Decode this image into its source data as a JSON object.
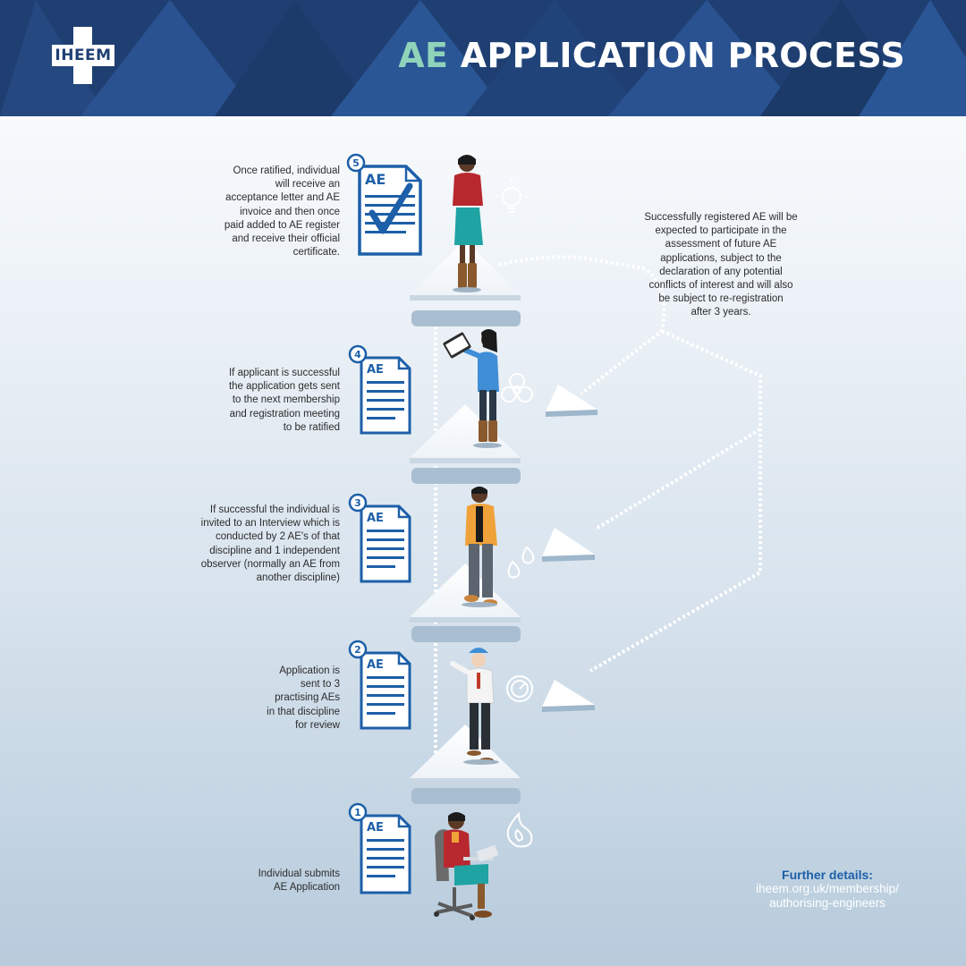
{
  "header": {
    "logo_text": "IHEEM",
    "title_accent": "AE",
    "title_rest": " APPLICATION PROCESS"
  },
  "steps": [
    {
      "number": "1",
      "doc_label": "AE",
      "text_lines": [
        "Individual submits",
        "AE Application"
      ]
    },
    {
      "number": "2",
      "doc_label": "AE",
      "text_lines": [
        "Application is",
        "sent to 3",
        "practising AEs",
        "in that discipline",
        "for review"
      ]
    },
    {
      "number": "3",
      "doc_label": "AE",
      "text_lines": [
        "If successful the individual is",
        "invited to an Interview which is",
        "conducted by 2 AE's of that",
        "discipline and 1 independent",
        "observer (normally an AE from",
        "another discipline)"
      ]
    },
    {
      "number": "4",
      "doc_label": "AE",
      "text_lines": [
        "If applicant is successful",
        "the application gets sent",
        "to the next membership",
        "and registration meeting",
        "to be ratified"
      ]
    },
    {
      "number": "5",
      "doc_label": "AE",
      "text_lines": [
        "Once ratified, individual",
        "will receive an",
        "acceptance letter and AE",
        "invoice and then once",
        "paid added to AE register",
        "and receive their official",
        "certificate."
      ]
    }
  ],
  "note_lines": [
    "Successfully registered AE will be",
    "expected to participate in the",
    "assessment of future AE",
    "applications, subject to the",
    "declaration of any potential",
    "conflicts of interest and will also",
    "be subject to re-registration",
    "after 3 years."
  ],
  "further_details": {
    "title": "Further details:",
    "url_line1": "iheem.org.uk/membership/",
    "url_line2": "authorising-engineers"
  },
  "icons": [
    "fire-icon",
    "gauge-icon",
    "water-drops-icon",
    "biohazard-icon",
    "lightbulb-icon"
  ],
  "colors": {
    "header_bg": "#1f3f73",
    "accent_green": "#8fd4ba",
    "doc_blue": "#1d5fa8",
    "link_blue": "#1d5fa8"
  }
}
